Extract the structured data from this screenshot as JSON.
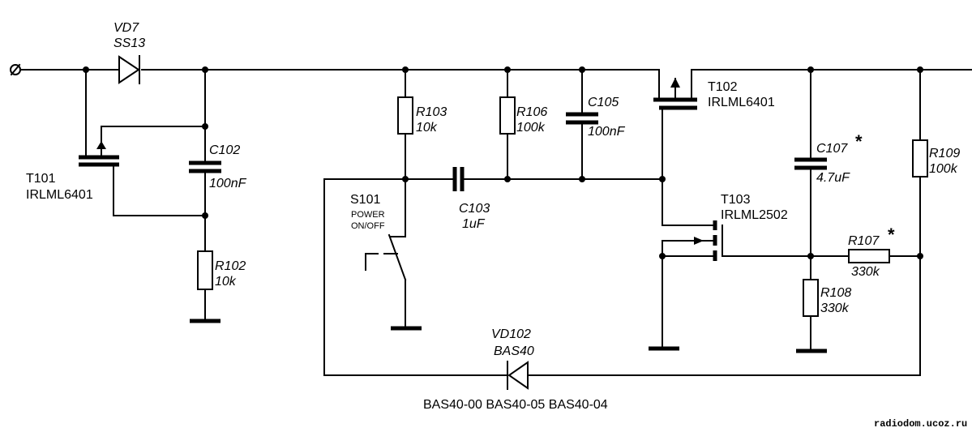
{
  "components": {
    "vd7": {
      "ref": "VD7",
      "value": "SS13"
    },
    "t101": {
      "ref": "T101",
      "value": "IRLML6401"
    },
    "c102": {
      "ref": "C102",
      "value": "100nF"
    },
    "r102": {
      "ref": "R102",
      "value": "10k"
    },
    "r103": {
      "ref": "R103",
      "value": "10k"
    },
    "s101": {
      "ref": "S101",
      "line1": "POWER",
      "line2": "ON/OFF"
    },
    "c103": {
      "ref": "C103",
      "value": "1uF"
    },
    "r106": {
      "ref": "R106",
      "value": "100k"
    },
    "c105": {
      "ref": "C105",
      "value": "100nF"
    },
    "t102": {
      "ref": "T102",
      "value": "IRLML6401"
    },
    "t103": {
      "ref": "T103",
      "value": "IRLML2502"
    },
    "c107": {
      "ref": "C107",
      "value": "4.7uF",
      "mark": "*"
    },
    "r107": {
      "ref": "R107",
      "value": "330k",
      "mark": "*"
    },
    "r108": {
      "ref": "R108",
      "value": "330k"
    },
    "r109": {
      "ref": "R109",
      "value": "100k"
    },
    "vd102": {
      "ref": "VD102",
      "value": "BAS40"
    }
  },
  "notes": {
    "alternatives": "BAS40-00 BAS40-05 BAS40-04",
    "watermark": "radiodom.ucoz.ru"
  }
}
